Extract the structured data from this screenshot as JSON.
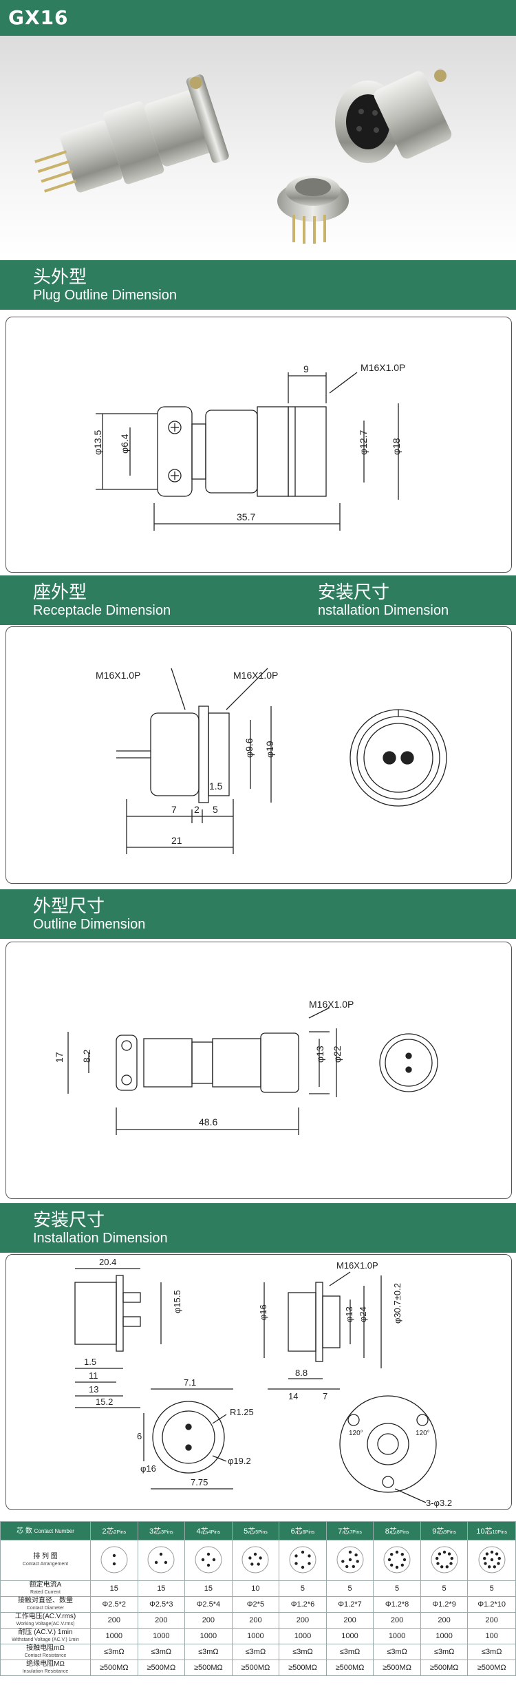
{
  "header": {
    "title": "GX16"
  },
  "sections": {
    "plug": {
      "cn": "头外型",
      "en": "Plug Outline Dimension"
    },
    "receptacle": {
      "cn": "座外型",
      "en": "Receptacle Dimension"
    },
    "receptacle_install": {
      "cn": "安装尺寸",
      "en": "nstallation Dimension"
    },
    "outline": {
      "cn": "外型尺寸",
      "en": "Outline Dimension"
    },
    "installation": {
      "cn": "安装尺寸",
      "en": "Installation Dimension"
    }
  },
  "plug_dims": {
    "d1": "φ13.5",
    "d2": "φ6.4",
    "d3": "9",
    "d4": "M16X1.0P",
    "d5": "φ12.7",
    "d6": "φ18",
    "d7": "35.7"
  },
  "receptacle_dims": {
    "d1": "M16X1.0P",
    "d2": "M16X1.0P",
    "d3": "φ9.6",
    "d4": "φ19",
    "d5": "1.5",
    "d6": "7",
    "d7": "2",
    "d8": "5",
    "d9": "21"
  },
  "outline_dims": {
    "d1": "M16X1.0P",
    "d2": "17",
    "d3": "8.2",
    "d4": "φ13",
    "d5": "φ22",
    "d6": "48.6"
  },
  "install_dims": {
    "d1": "20.4",
    "d2": "φ15.5",
    "d3": "1.5",
    "d4": "11",
    "d5": "13",
    "d6": "15.2",
    "d7": "7.1",
    "d8": "6",
    "d9": "R1.25",
    "d10": "φ16",
    "d11": "7.75",
    "d12": "φ19.2",
    "d13": "M16X1.0P",
    "d14": "φ16",
    "d15": "φ13",
    "d16": "φ24",
    "d17": "φ30.7±0.2",
    "d18": "8.8",
    "d19": "14",
    "d20": "7",
    "d21": "3-φ3.2",
    "d22": "120°",
    "d23": "120°"
  },
  "spec_table": {
    "header_label": "芯 数",
    "header_label_en": "Contact Number",
    "columns": [
      {
        "cn": "2芯",
        "en": "2Pins",
        "pins": 2,
        "current": "15",
        "diameter": "Φ2.5*2",
        "voltage": "200",
        "withstand": "1000",
        "contact_res": "≤3mΩ",
        "insulation": "≥500MΩ"
      },
      {
        "cn": "3芯",
        "en": "3Pins",
        "pins": 3,
        "current": "15",
        "diameter": "Φ2.5*3",
        "voltage": "200",
        "withstand": "1000",
        "contact_res": "≤3mΩ",
        "insulation": "≥500MΩ"
      },
      {
        "cn": "4芯",
        "en": "4Pins",
        "pins": 4,
        "current": "15",
        "diameter": "Φ2.5*4",
        "voltage": "200",
        "withstand": "1000",
        "contact_res": "≤3mΩ",
        "insulation": "≥500MΩ"
      },
      {
        "cn": "5芯",
        "en": "5Pins",
        "pins": 5,
        "current": "10",
        "diameter": "Φ2*5",
        "voltage": "200",
        "withstand": "1000",
        "contact_res": "≤3mΩ",
        "insulation": "≥500MΩ"
      },
      {
        "cn": "6芯",
        "en": "6Pins",
        "pins": 6,
        "current": "5",
        "diameter": "Φ1.2*6",
        "voltage": "200",
        "withstand": "1000",
        "contact_res": "≤3mΩ",
        "insulation": "≥500MΩ"
      },
      {
        "cn": "7芯",
        "en": "7Pins",
        "pins": 7,
        "current": "5",
        "diameter": "Φ1.2*7",
        "voltage": "200",
        "withstand": "1000",
        "contact_res": "≤3mΩ",
        "insulation": "≥500MΩ"
      },
      {
        "cn": "8芯",
        "en": "8Pins",
        "pins": 8,
        "current": "5",
        "diameter": "Φ1.2*8",
        "voltage": "200",
        "withstand": "1000",
        "contact_res": "≤3mΩ",
        "insulation": "≥500MΩ"
      },
      {
        "cn": "9芯",
        "en": "9Pins",
        "pins": 9,
        "current": "5",
        "diameter": "Φ1.2*9",
        "voltage": "200",
        "withstand": "1000",
        "contact_res": "≤3mΩ",
        "insulation": "≥500MΩ"
      },
      {
        "cn": "10芯",
        "en": "10Pins",
        "pins": 10,
        "current": "5",
        "diameter": "Φ1.2*10",
        "voltage": "200",
        "withstand": "100",
        "contact_res": "≤3mΩ",
        "insulation": "≥500MΩ"
      }
    ],
    "rows": [
      {
        "key": "arrangement",
        "cn": "排 列 图",
        "en": "Contact Arrangement"
      },
      {
        "key": "current",
        "cn": "额定电流A",
        "en": "Rated Current"
      },
      {
        "key": "diameter",
        "cn": "接触对直径、数量",
        "en": "Contact Diameter"
      },
      {
        "key": "voltage",
        "cn": "工作电压(AC.V.rms)",
        "en": "Working Voltage(AC.V.rms)"
      },
      {
        "key": "withstand",
        "cn": "耐压 (AC.V.) 1min",
        "en": "Withstand Voltage (AC.V.) 1min"
      },
      {
        "key": "contact_res",
        "cn": "接触电阻mΩ",
        "en": "Contact Resistance"
      },
      {
        "key": "insulation",
        "cn": "绝缘电阻MΩ",
        "en": "Insulation Resistance"
      }
    ]
  }
}
